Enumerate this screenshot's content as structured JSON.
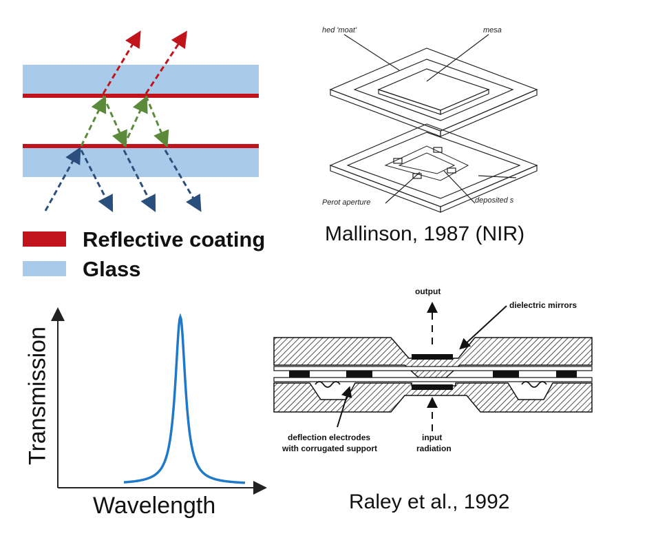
{
  "legend": {
    "reflective_label": "Reflective coating",
    "glass_label": "Glass",
    "reflective_color": "#c0131b",
    "glass_color": "#a9cbe9"
  },
  "mallinson": {
    "caption": "Mallinson, 1987 (NIR)",
    "labels": {
      "moat": "hed 'moat'",
      "mesa": "mesa",
      "perot_aperture": "Perot aperture",
      "deposited": "deposited s"
    }
  },
  "raley": {
    "caption": "Raley et al., 1992",
    "labels": {
      "output": "output",
      "dielectric_mirrors": "dielectric mirrors",
      "deflection_line1": "deflection electrodes",
      "deflection_line2": "with corrugated support",
      "input_line1": "input",
      "input_line2": "radiation"
    }
  },
  "transmission_plot": {
    "xlabel": "Wavelength",
    "ylabel": "Transmission",
    "curve_color": "#1f78c8"
  },
  "ray_colors": {
    "incident": "#2b4f7c",
    "internal": "#5a8a3a",
    "transmitted": "#c0131b"
  }
}
